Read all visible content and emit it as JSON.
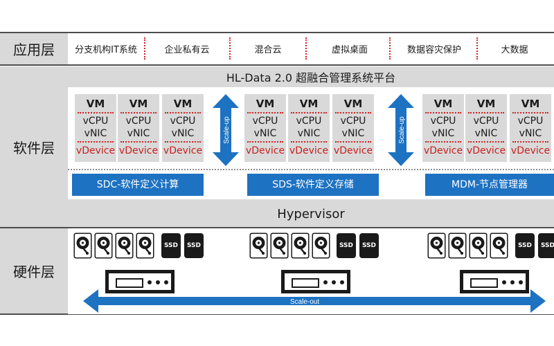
{
  "layers": {
    "application": "应用层",
    "software": "软件层",
    "hardware": "硬件层"
  },
  "applications": [
    "分支机构IT系统",
    "企业私有云",
    "混合云",
    "虚拟桌面",
    "数据容灾保护",
    "大数据"
  ],
  "platform_title": "HL-Data 2.0 超融合管理系统平台",
  "vm": {
    "title": "VM",
    "cpu": "vCPU",
    "nic": "vNIC",
    "device": "vDevice"
  },
  "scale_up_label": "Scale-up",
  "modules": [
    "SDC-软件定义计算",
    "SDS-软件定义存储",
    "MDM-节点管理器"
  ],
  "hypervisor": "Hypervisor",
  "ssd_label": "SSD",
  "scale_out_label": "Scale-out",
  "colors": {
    "accent_blue": "#1d72c2",
    "separator_red": "#d21f1f",
    "layer_gray": "#d9d9d9"
  }
}
